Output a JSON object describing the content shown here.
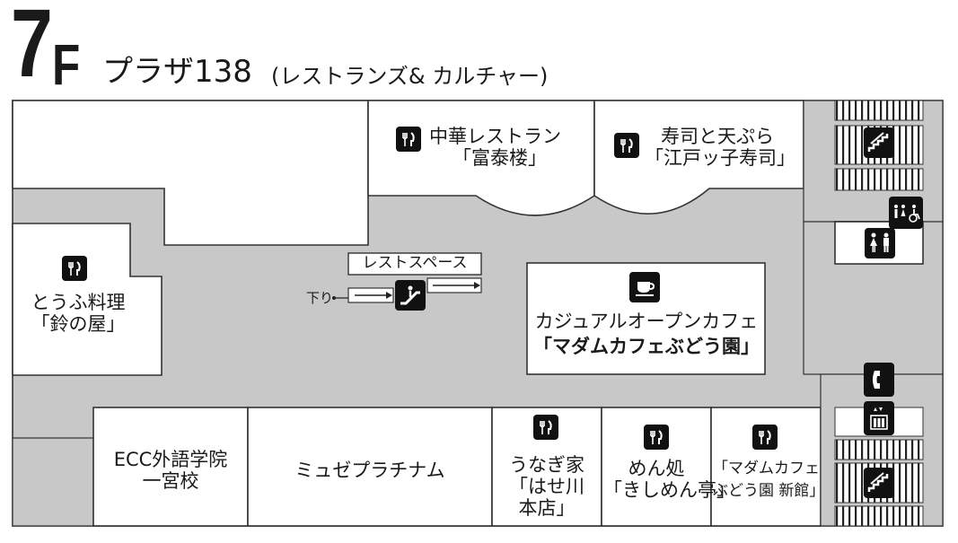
{
  "floor": {
    "number": "7",
    "suffix": "F",
    "name": "プラザ138",
    "subtitle": "(レストランズ& カルチャー)"
  },
  "shops": {
    "chinese": {
      "line1": "中華レストラン",
      "line2": "「富泰楼」"
    },
    "sushi": {
      "line1": "寿司と天ぷら",
      "line2": "「江戸ッ子寿司」"
    },
    "tofu": {
      "line1": "とうふ料理",
      "line2": "「鈴の屋」"
    },
    "cafe": {
      "line1": "カジュアルオープンカフェ",
      "line2": "「マダムカフェぶどう園」"
    },
    "ecc": {
      "line1": "ECC外語学院",
      "line2": "一宮校"
    },
    "muse": {
      "line1": "ミュゼプラチナム"
    },
    "unagi": {
      "line1": "うなぎ家",
      "line2": "「はせ川",
      "line3": "本店」"
    },
    "noodle": {
      "line1": "めん処",
      "line2": "「きしめん亭」"
    },
    "madam_new": {
      "line1": "「マダムカフェ",
      "line2": "ぶどう園 新館」"
    }
  },
  "rest_space": {
    "label": "レストスペース"
  },
  "escalator": {
    "down_label": "下り"
  },
  "icons": {
    "restaurant": "fork-knife-icon",
    "cafe": "coffee-cup-icon",
    "stairs": "stairs-icon",
    "restroom": "restroom-icon",
    "accessible_restroom": "accessible-restroom-icon",
    "phone": "phone-icon",
    "elevator": "elevator-icon",
    "escalator": "escalator-icon"
  },
  "colors": {
    "corridor": "#c8c8c8",
    "room": "#ffffff",
    "outline": "#333333",
    "icon": "#111111"
  }
}
